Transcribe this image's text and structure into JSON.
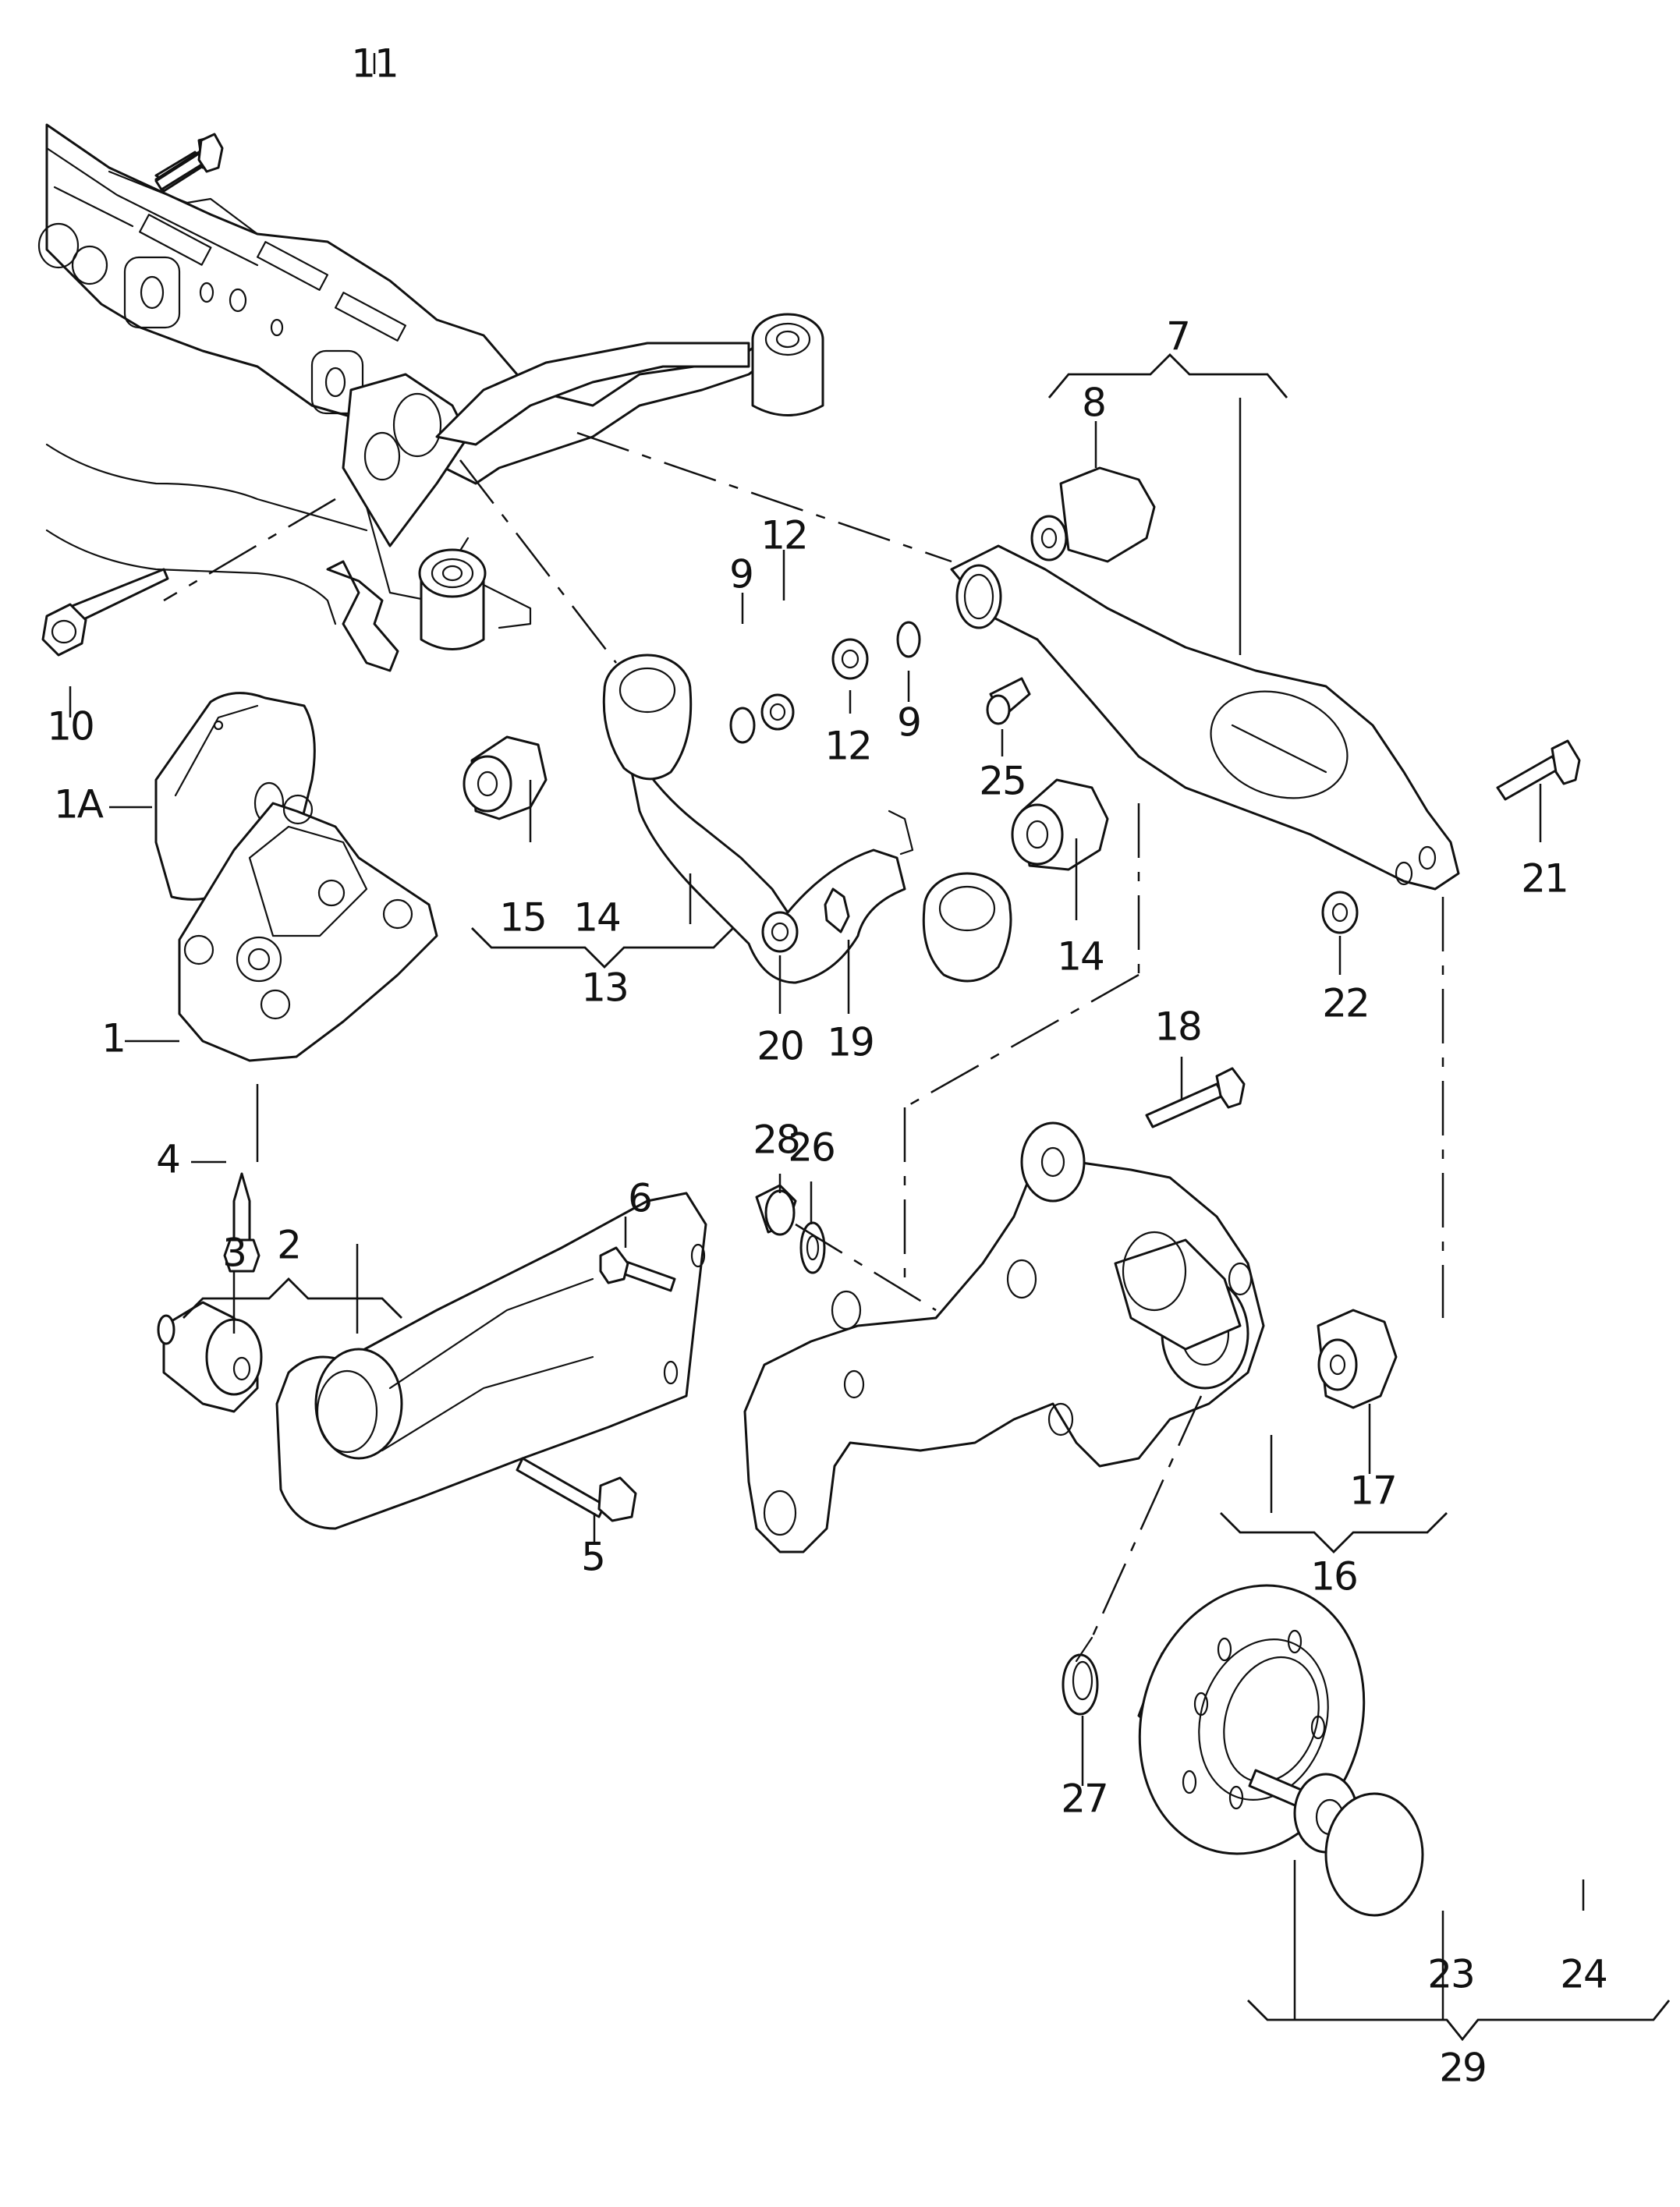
{
  "diagram": {
    "type": "exploded parts diagram",
    "subject": "rear axle / rear suspension assembly",
    "line_color": "#111111",
    "background_color": "#ffffff"
  },
  "callouts": [
    {
      "id": "1",
      "text": "1"
    },
    {
      "id": "1A",
      "text": "1A"
    },
    {
      "id": "2",
      "text": "2"
    },
    {
      "id": "3",
      "text": "3"
    },
    {
      "id": "4",
      "text": "4"
    },
    {
      "id": "5",
      "text": "5"
    },
    {
      "id": "6",
      "text": "6"
    },
    {
      "id": "7",
      "text": "7"
    },
    {
      "id": "8",
      "text": "8"
    },
    {
      "id": "9a",
      "text": "9"
    },
    {
      "id": "9b",
      "text": "9"
    },
    {
      "id": "10",
      "text": "10"
    },
    {
      "id": "11",
      "text": "11"
    },
    {
      "id": "12a",
      "text": "12"
    },
    {
      "id": "12b",
      "text": "12"
    },
    {
      "id": "13",
      "text": "13"
    },
    {
      "id": "14a",
      "text": "14"
    },
    {
      "id": "14b",
      "text": "14"
    },
    {
      "id": "15",
      "text": "15"
    },
    {
      "id": "16",
      "text": "16"
    },
    {
      "id": "17",
      "text": "17"
    },
    {
      "id": "18",
      "text": "18"
    },
    {
      "id": "19",
      "text": "19"
    },
    {
      "id": "20",
      "text": "20"
    },
    {
      "id": "21",
      "text": "21"
    },
    {
      "id": "22",
      "text": "22"
    },
    {
      "id": "23",
      "text": "23"
    },
    {
      "id": "24",
      "text": "24"
    },
    {
      "id": "25",
      "text": "25"
    },
    {
      "id": "26",
      "text": "26"
    },
    {
      "id": "27",
      "text": "27"
    },
    {
      "id": "28",
      "text": "28"
    },
    {
      "id": "29",
      "text": "29"
    }
  ],
  "groups": [
    {
      "parent": "2",
      "children": [
        "3"
      ]
    },
    {
      "parent": "7",
      "children": [
        "8"
      ]
    },
    {
      "parent": "13",
      "children": [
        "15",
        "14"
      ]
    },
    {
      "parent": "16",
      "children": [
        "17"
      ]
    },
    {
      "parent": "29",
      "children": [
        "23",
        "24"
      ]
    }
  ]
}
